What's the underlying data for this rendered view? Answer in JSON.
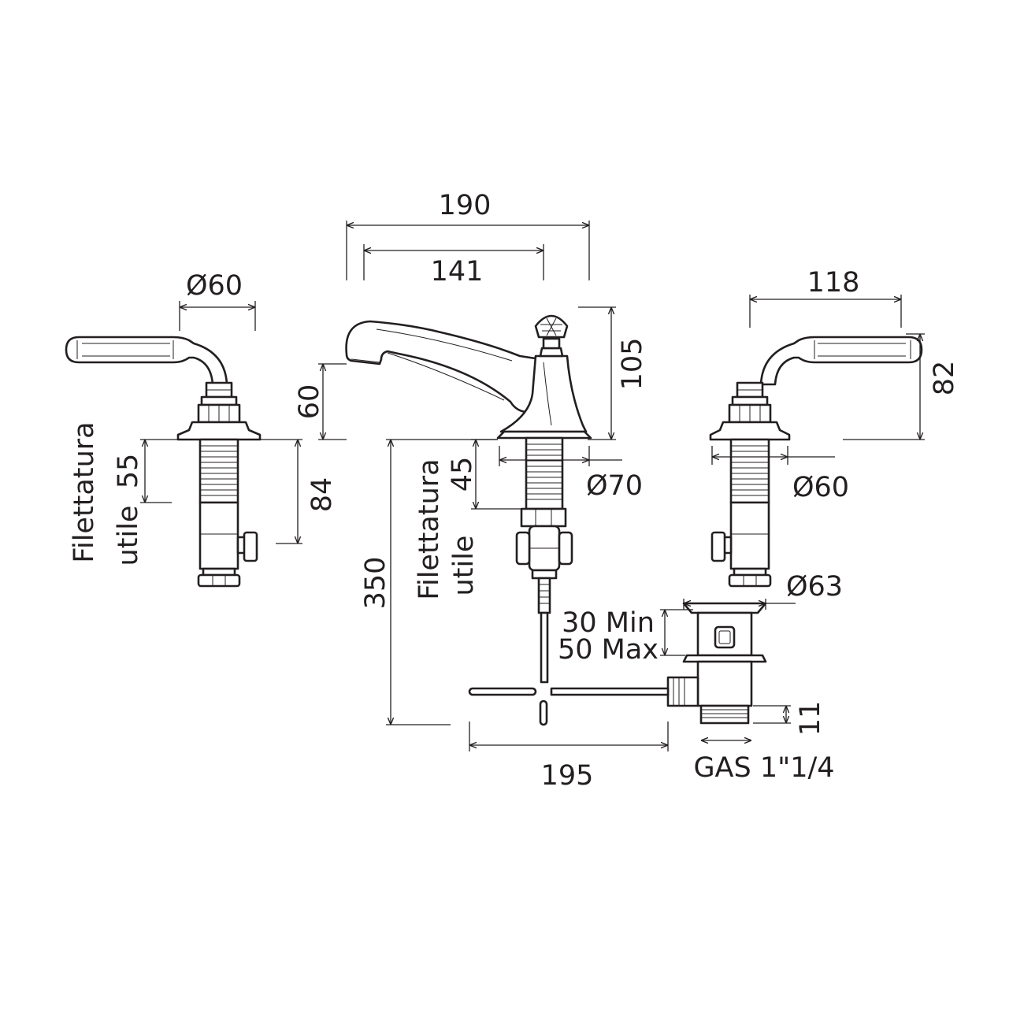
{
  "labels": {
    "top_width": "190",
    "spout_reach": "141",
    "left_handle_diameter": "Ø60",
    "right_handle_width": "118",
    "spout_total_height": "105",
    "spout_height": "60",
    "right_handle_height": "82",
    "spout_base_diameter": "Ø70",
    "right_base_diameter": "Ø60",
    "left_thread_length": "55",
    "left_shank_length": "84",
    "spout_thread_length": "45",
    "total_depth": "350",
    "waste_diameter": "Ø63",
    "waste_min": "30 Min",
    "waste_max": "50 Max",
    "waste_thread": "11",
    "rod_length": "195",
    "gas_size": "GAS 1\"1/4",
    "thread_label_line1": "Filettatura",
    "thread_label_line2": "utile"
  },
  "colors": {
    "ink": "#231f20",
    "background": "#ffffff"
  }
}
